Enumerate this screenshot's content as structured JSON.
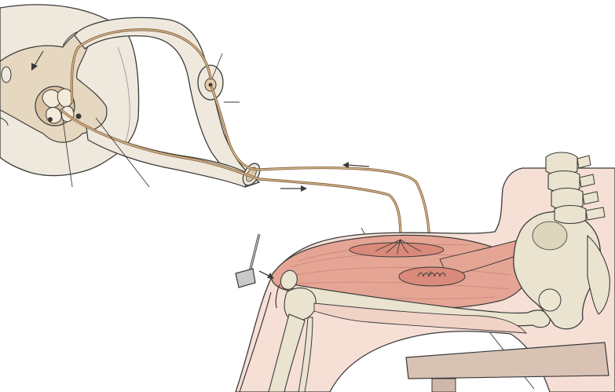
{
  "figure": {
    "labels": [],
    "colors": {
      "spinal_tissue": "#efe9dd",
      "grey_matter": "#e6d7c0",
      "nerve_fiber": "#bf9a6a",
      "nerve_dark": "#7a5a3a",
      "muscle": "#e4a595",
      "muscle_dark": "#cf8a78",
      "skin": "#f6e0d6",
      "bone": "#e9e3cf",
      "seat": "#d8c2b4",
      "outline": "#3a3a3a"
    },
    "components": [
      "spinal-cord-cross-section",
      "dorsal-root-ganglion",
      "sensory-neuron",
      "motor-neuron",
      "spinal-nerve",
      "quadriceps-muscle",
      "muscle-spindle",
      "neuromuscular-junction",
      "patellar-tendon",
      "femur",
      "pelvis",
      "lumbar-vertebrae",
      "reflex-hammer",
      "seat"
    ]
  }
}
